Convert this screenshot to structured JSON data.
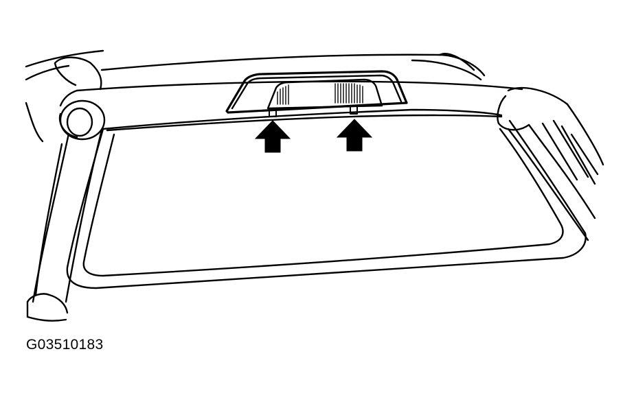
{
  "figure": {
    "code": "G03510183",
    "subject": "high-mounted-stop-lamp",
    "callouts": [
      {
        "name": "retaining-clip-arrow-left",
        "icon": "arrow-up-icon"
      },
      {
        "name": "retaining-clip-arrow-right",
        "icon": "arrow-up-icon"
      }
    ]
  },
  "colors": {
    "line": "#000000",
    "background": "#ffffff"
  }
}
